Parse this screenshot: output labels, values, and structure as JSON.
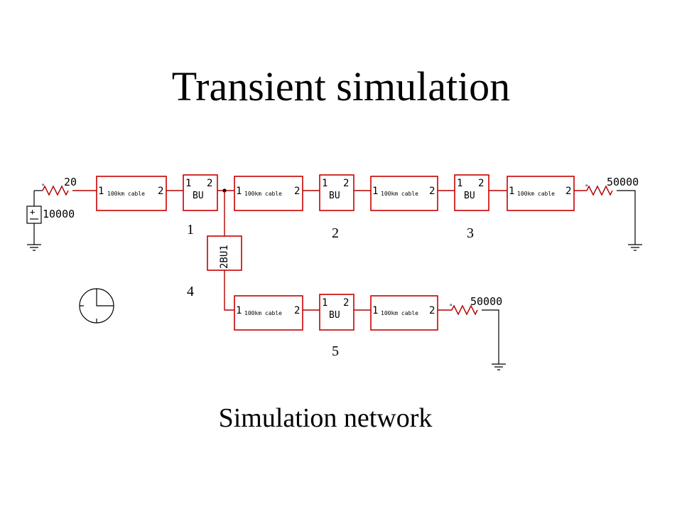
{
  "title": "Transient simulation",
  "caption": "Simulation network",
  "source": {
    "resistor_label": "20",
    "voltage_label": "10000",
    "plus": "+"
  },
  "cable_label": "100km cable",
  "port_1": "1",
  "port_2": "2",
  "bu_label": "BU",
  "bu_vertical_label": "2BU1",
  "load_labels": [
    "50000",
    "50000"
  ],
  "node_numbers": [
    "1",
    "2",
    "3",
    "4",
    "5"
  ],
  "colors": {
    "component": "#c80000",
    "wire": "#b40000",
    "ink": "#000000"
  }
}
